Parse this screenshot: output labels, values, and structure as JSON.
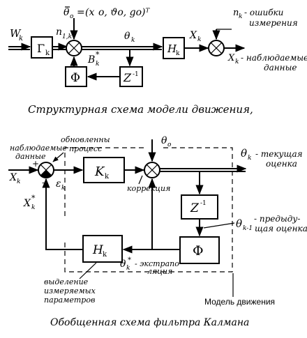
{
  "top": {
    "inputs": {
      "w": "W",
      "w_sub": "k",
      "n1": "n",
      "n1_sub": "1,k",
      "theta0_eq": "(x",
      "theta0_rest": "o, ϑo, go)ᵀ",
      "theta0": "θ",
      "theta0_sub": "o"
    },
    "blocks": {
      "gamma": "Γ",
      "gamma_sub": "k",
      "h": "H",
      "h_sub": "k",
      "phi": "Φ",
      "zinv": "Z",
      "zinv_sup": "-1"
    },
    "signals": {
      "thetak": "θ",
      "thetak_sub": "k",
      "bk": "B",
      "bk_sub": "k",
      "bk_sup": "*",
      "xk": "X",
      "xk_sub": "k",
      "nk": "n",
      "nk_sub": "k",
      "nk_label": "- ошибки",
      "nk_label2": "измерения",
      "xk_obs": "X",
      "xk_obs_sub": "k",
      "xk_obs_label": "- наблюдаемые",
      "xk_obs_label2": "данные"
    },
    "caption": "Структурная схема модели движения,"
  },
  "bottom": {
    "labels": {
      "observed": "наблюдаемые",
      "observed2": "данные",
      "updated": "обновленны",
      "updated2": "процесс",
      "correction": "коррекция",
      "current": "- текущая",
      "current2": "оценка",
      "previous": "- предыду-",
      "previous2": "щая оценка",
      "extrap": "- экстрапо",
      "extrap2": "ляция",
      "select1": "выделение",
      "select2": "измеряемых",
      "select3": "параметров",
      "model": "Модель движения"
    },
    "symbols": {
      "x": "X",
      "x_sub": "k",
      "xstar": "X",
      "xstar_sub": "k",
      "xstar_sup": "*",
      "eps": "ε",
      "eps_sub": "k",
      "theta0": "θ",
      "theta0_sub": "o",
      "kk": "K",
      "kk_sub": "k",
      "hk": "H",
      "hk_sub": "k",
      "phi": "Φ",
      "z": "Z",
      "z_sup": "-1",
      "thetak": "θ",
      "thetak_sub": "k",
      "thetaprev": "θ",
      "thetaprev_sub": "k-1",
      "thetastar": "θ",
      "thetastar_sub": "k",
      "thetastar_sup": "*",
      "plus": "+",
      "minus": "-"
    },
    "caption": "Обобщенная схема фильтра Калмана"
  }
}
